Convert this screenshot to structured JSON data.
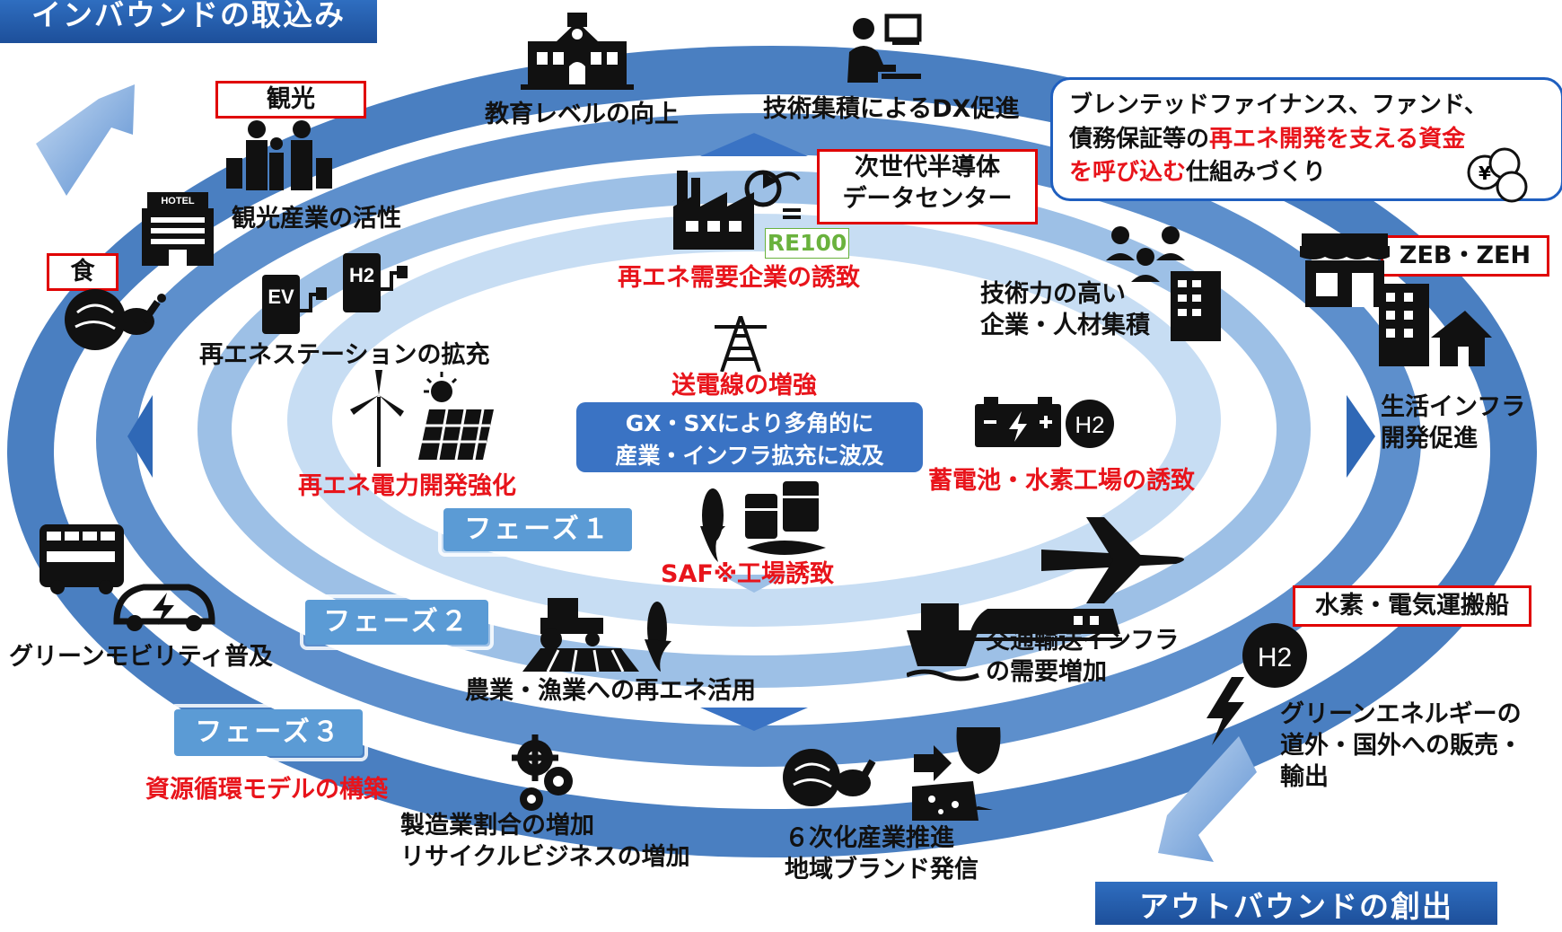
{
  "corners": {
    "inbound": "インバウンドの取込み",
    "outbound": "アウトバウンドの創出"
  },
  "center": {
    "line1": "GX・SXにより多角的に",
    "line2": "産業・インフラ拡充に波及"
  },
  "phases": [
    "フェーズ１",
    "フェーズ２",
    "フェーズ３"
  ],
  "boxed_labels": {
    "tourism": "観光",
    "food": "食",
    "semiconductor_1": "次世代半導体",
    "semiconductor_2": "データセンター",
    "zeb": "ZEB・ZEH",
    "ship": "水素・電気運搬船"
  },
  "finance_box": {
    "line1": "ブレンテッドファイナンス、ファンド、",
    "line2_a": "債務保証等の",
    "line2_b": "再エネ開発を支える資金",
    "line3_a": "を呼び込む",
    "line3_b": "仕組みづくり"
  },
  "labels": {
    "education": "教育レベルの向上",
    "dx": "技術集積によるDX促進",
    "tourism_industry": "観光産業の活性",
    "stations": "再エネステーションの拡充",
    "re_demand": "再エネ需要企業の誘致",
    "talent_1": "技術力の高い",
    "talent_2": "企業・人材集積",
    "infra_1": "生活インフラ",
    "infra_2": "開発促進",
    "grid": "送電線の増強",
    "re_power": "再エネ電力開発強化",
    "battery": "蓄電池・水素工場の誘致",
    "saf": "SAF※工場誘致",
    "transport_1": "交通輸送インフラ",
    "transport_2": "の需要増加",
    "agri": "農業・漁業への再エネ活用",
    "mobility": "グリーンモビリティ普及",
    "circular": "資源循環モデルの構築",
    "manufacturing_1": "製造業割合の増加",
    "manufacturing_2": "リサイクルビジネスの増加",
    "sixth_1": "６次化産業推進",
    "sixth_2": "地域ブランド発信",
    "export_1": "グリーンエネルギーの",
    "export_2": "道外・国外への販売・",
    "export_3": "輸出"
  },
  "icon_text": {
    "re100": "RE100",
    "hotel": "HOTEL",
    "ev": "EV",
    "h2": "H2",
    "h2_circle": "H2",
    "yen": "¥"
  },
  "colors": {
    "outer_ring": "#4f86c6",
    "middle_ring": "#8db6e0",
    "inner_ring": "#c5dcf2",
    "accent_red": "#e8141b",
    "phase_blue": "#5b9bd5",
    "corner_blue": "#1d4f9a"
  }
}
